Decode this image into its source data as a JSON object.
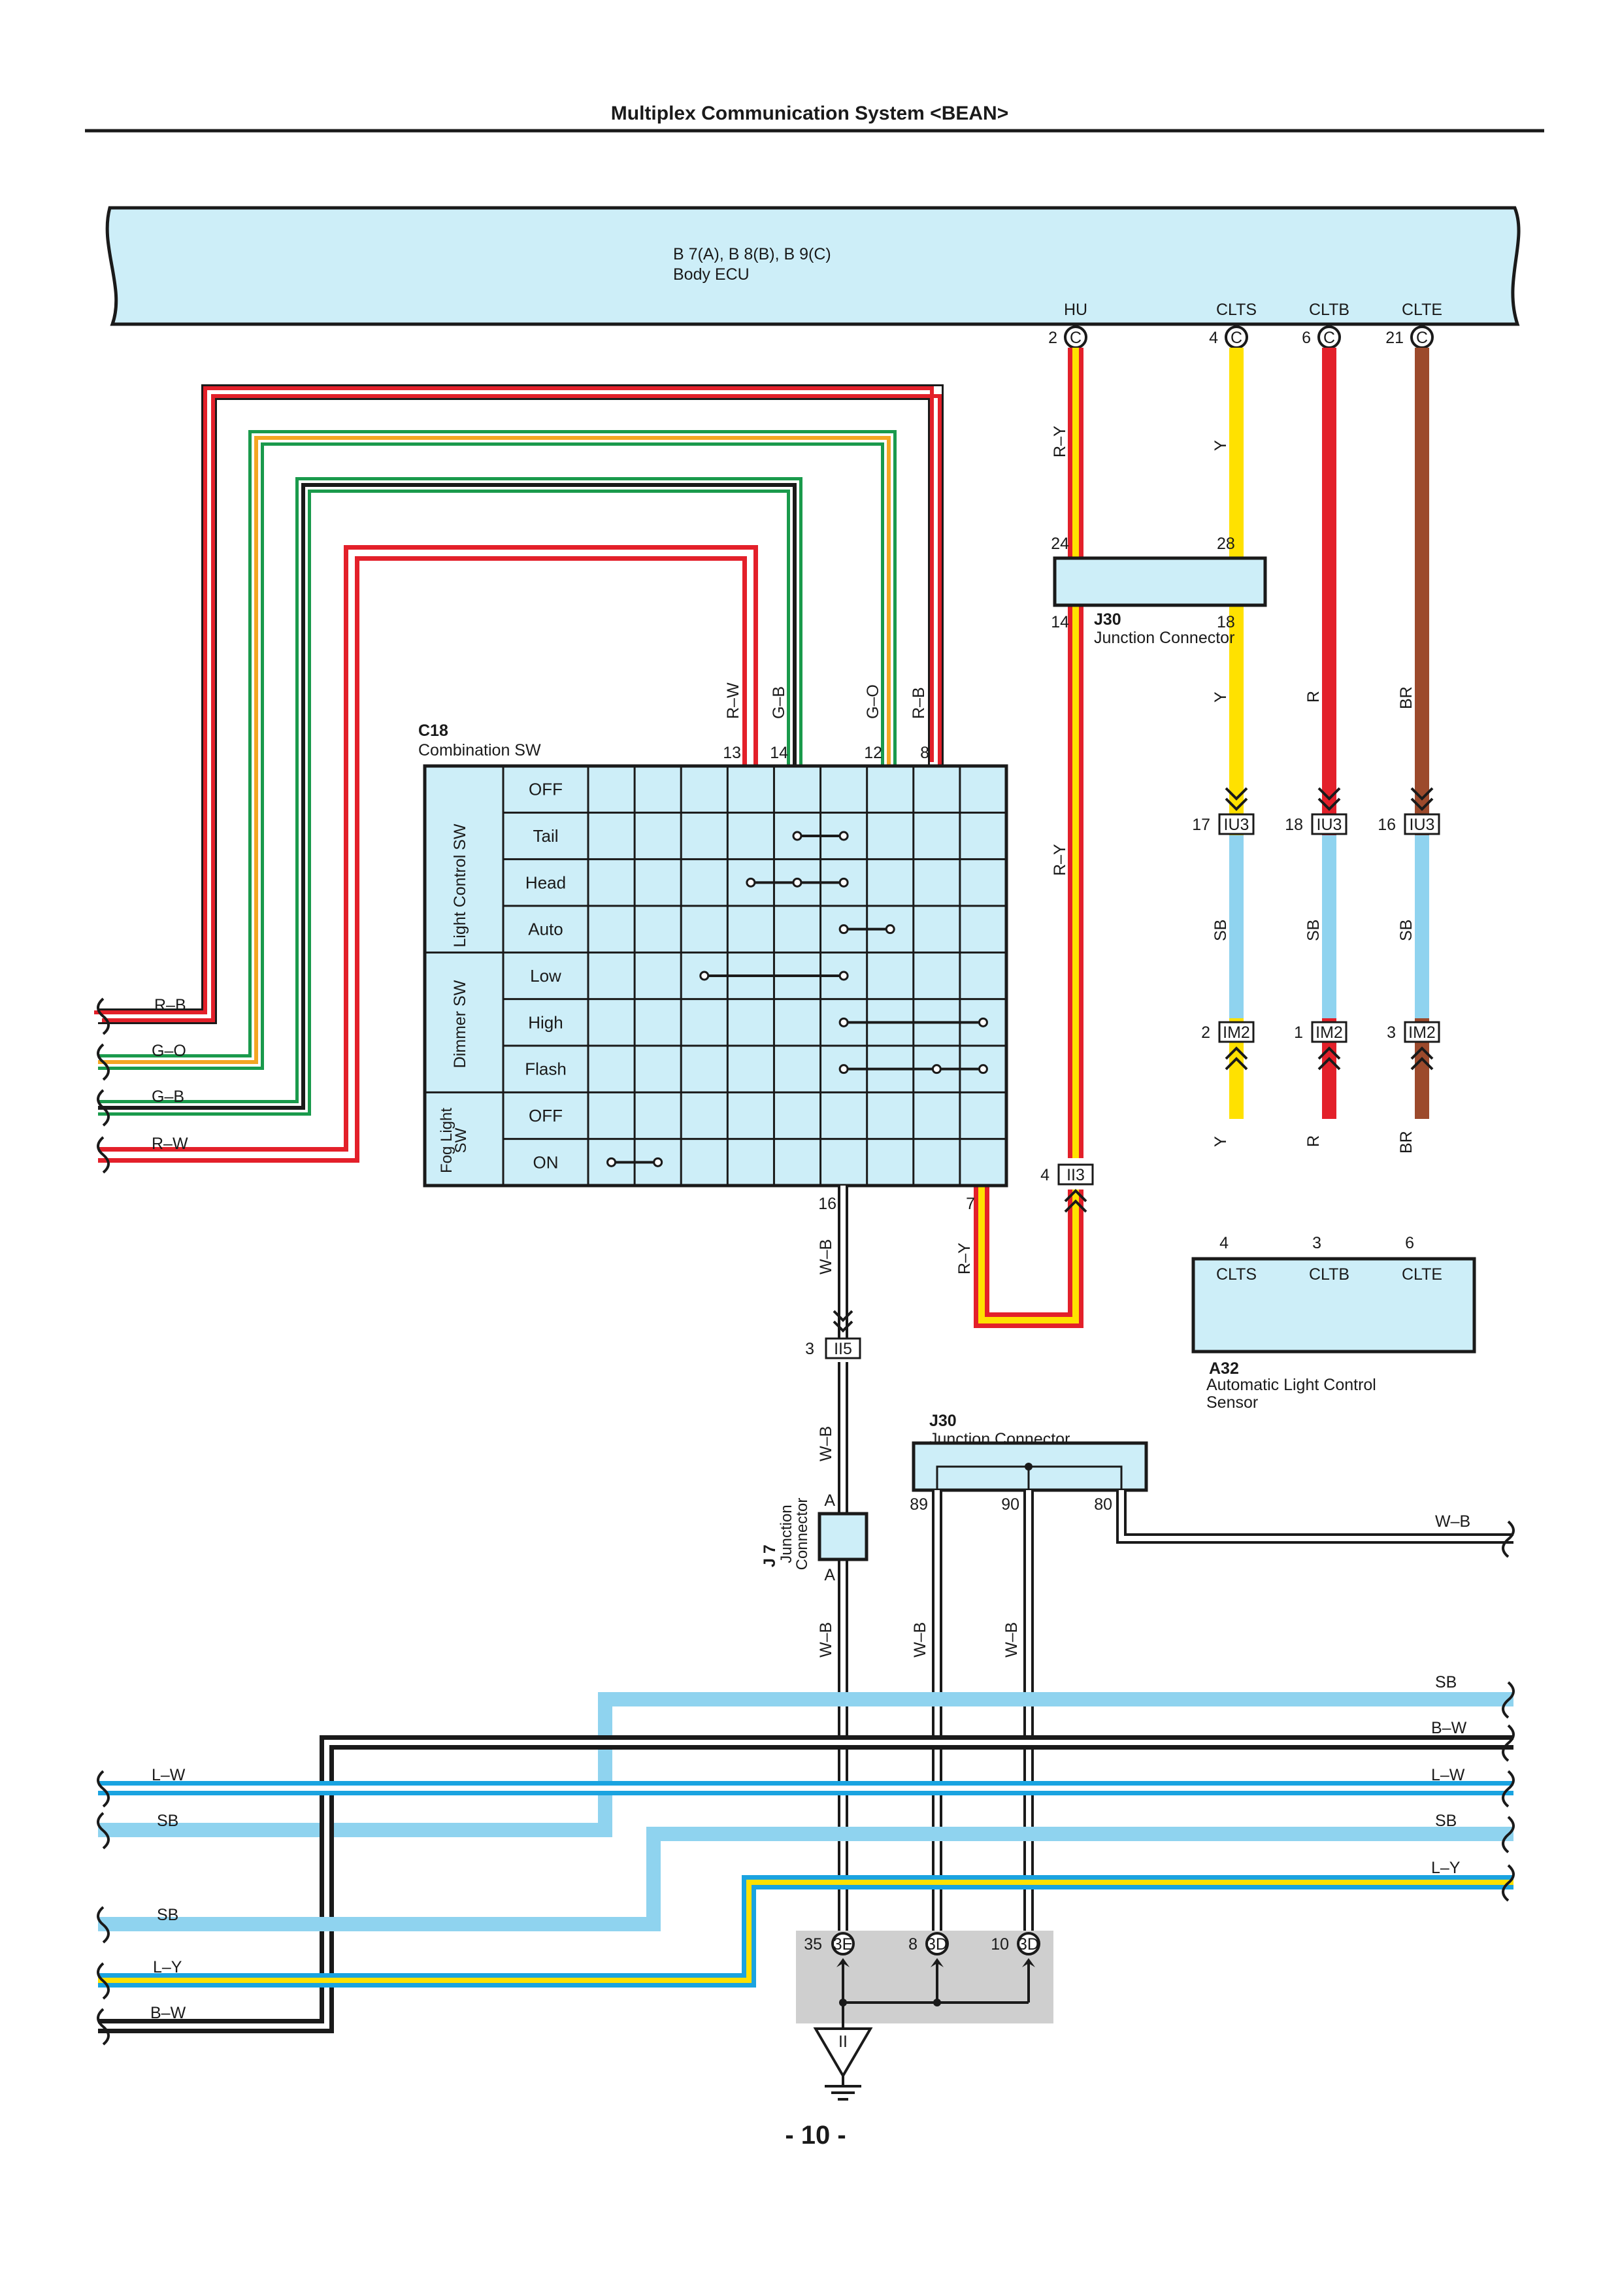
{
  "header": {
    "title": "Multiplex Communication System <BEAN>"
  },
  "page_number": "- 10 -",
  "colors": {
    "red": "#e3202a",
    "green": "#1a9a4c",
    "orange": "#f4a623",
    "yellow": "#ffe100",
    "brown": "#9c4a2c",
    "sky": "#8fd3ef",
    "blue": "#1aa3e0",
    "black": "#1a1a1a",
    "panel": "#cdeef8",
    "ground_box": "#cfcfcf"
  },
  "ecu": {
    "connectors": "B 7(A), B 8(B), B 9(C)",
    "name": "Body ECU",
    "terminals": [
      {
        "label": "HU",
        "pin": "2",
        "conn": "C"
      },
      {
        "label": "CLTS",
        "pin": "4",
        "conn": "C"
      },
      {
        "label": "CLTB",
        "pin": "6",
        "conn": "C"
      },
      {
        "label": "CLTE",
        "pin": "21",
        "conn": "C"
      }
    ]
  },
  "combination_sw": {
    "code": "C18",
    "name": "Combination SW",
    "groups": [
      "Light Control SW",
      "Dimmer SW",
      "Fog Light SW"
    ],
    "rows": [
      "OFF",
      "Tail",
      "Head",
      "Auto",
      "Low",
      "High",
      "Flash",
      "OFF",
      "ON"
    ],
    "top_pins": [
      "13",
      "14",
      "12",
      "8"
    ],
    "top_wires": [
      "R–W",
      "G–B",
      "G–O",
      "R–B"
    ],
    "bottom_pins": [
      "16",
      "7"
    ]
  },
  "j30_upper": {
    "code": "J30",
    "name": "Junction Connector",
    "pins": [
      "24",
      "28",
      "14",
      "18"
    ]
  },
  "j30_lower": {
    "code": "J30",
    "name": "Junction Connector",
    "pins": [
      "89",
      "90",
      "80"
    ]
  },
  "j7": {
    "code": "J 7",
    "name": "Junction Connector",
    "pins": [
      "A",
      "A"
    ]
  },
  "a32": {
    "code": "A32",
    "name": "Automatic Light Control Sensor",
    "terminals": [
      "CLTS",
      "CLTB",
      "CLTE"
    ],
    "pins": [
      "4",
      "3",
      "6"
    ]
  },
  "connectors": {
    "iu3": [
      {
        "pin": "17",
        "label": "IU3"
      },
      {
        "pin": "18",
        "label": "IU3"
      },
      {
        "pin": "16",
        "label": "IU3"
      }
    ],
    "im2": [
      {
        "pin": "2",
        "label": "IM2"
      },
      {
        "pin": "1",
        "label": "IM2"
      },
      {
        "pin": "3",
        "label": "IM2"
      }
    ],
    "ii3": {
      "pin": "4",
      "label": "II3"
    },
    "ii5": {
      "pin": "3",
      "label": "II5"
    },
    "ground": [
      {
        "pin": "35",
        "label": "3E"
      },
      {
        "pin": "8",
        "label": "3D"
      },
      {
        "pin": "10",
        "label": "3D"
      }
    ],
    "ground_symbol": "II"
  },
  "wires": {
    "ry": "R–Y",
    "y": "Y",
    "r": "R",
    "br": "BR",
    "sb": "SB",
    "wb": "W–B",
    "left_switch": [
      "R–B",
      "G–O",
      "G–B",
      "R–W"
    ],
    "left_bus": [
      "L–W",
      "SB",
      "SB",
      "L–Y",
      "B–W"
    ],
    "right_bus": [
      "SB",
      "B–W",
      "L–W",
      "SB",
      "L–Y"
    ],
    "right_wb": "W–B"
  }
}
